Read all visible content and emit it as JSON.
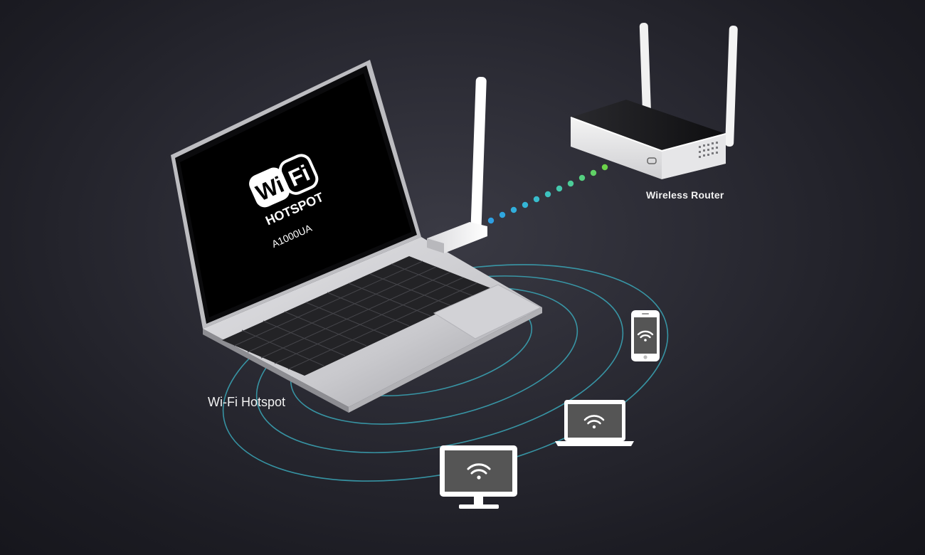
{
  "labels": {
    "router": "Wireless Router",
    "hotspot": "Wi-Fi Hotspot"
  },
  "screen": {
    "logo_wi": "Wi",
    "logo_fi": "Fi",
    "logo_sub": "HOTSPOT",
    "model": "A1000UA"
  },
  "colors": {
    "background": "#24242c",
    "device_white": "#ffffff",
    "device_gray": "#555555",
    "ring_teal": "#3aa7b8",
    "dot_start": "#2ea4e0",
    "dot_end": "#6cd34a"
  },
  "client_devices": [
    {
      "name": "smartphone",
      "icon": "wifi-icon"
    },
    {
      "name": "laptop",
      "icon": "wifi-icon"
    },
    {
      "name": "monitor",
      "icon": "wifi-icon"
    }
  ]
}
